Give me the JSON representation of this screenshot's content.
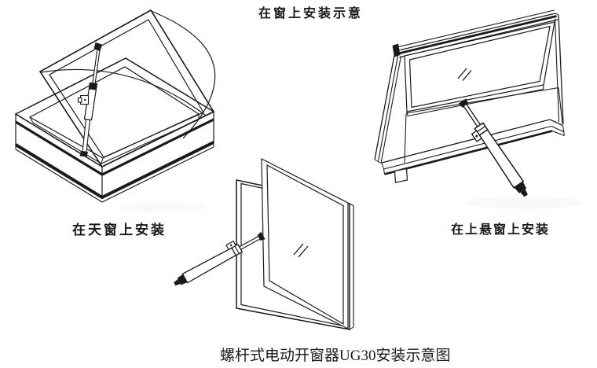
{
  "colors": {
    "background": "#ffffff",
    "ink": "#1a1a1a"
  },
  "title": "在窗上安装示意",
  "diagrams": {
    "skylight": {
      "label": "在天窗上安装"
    },
    "top_hung": {
      "label": "在上悬窗上安装"
    }
  },
  "caption": "螺杆式电动开窗器UG30安装示意图"
}
